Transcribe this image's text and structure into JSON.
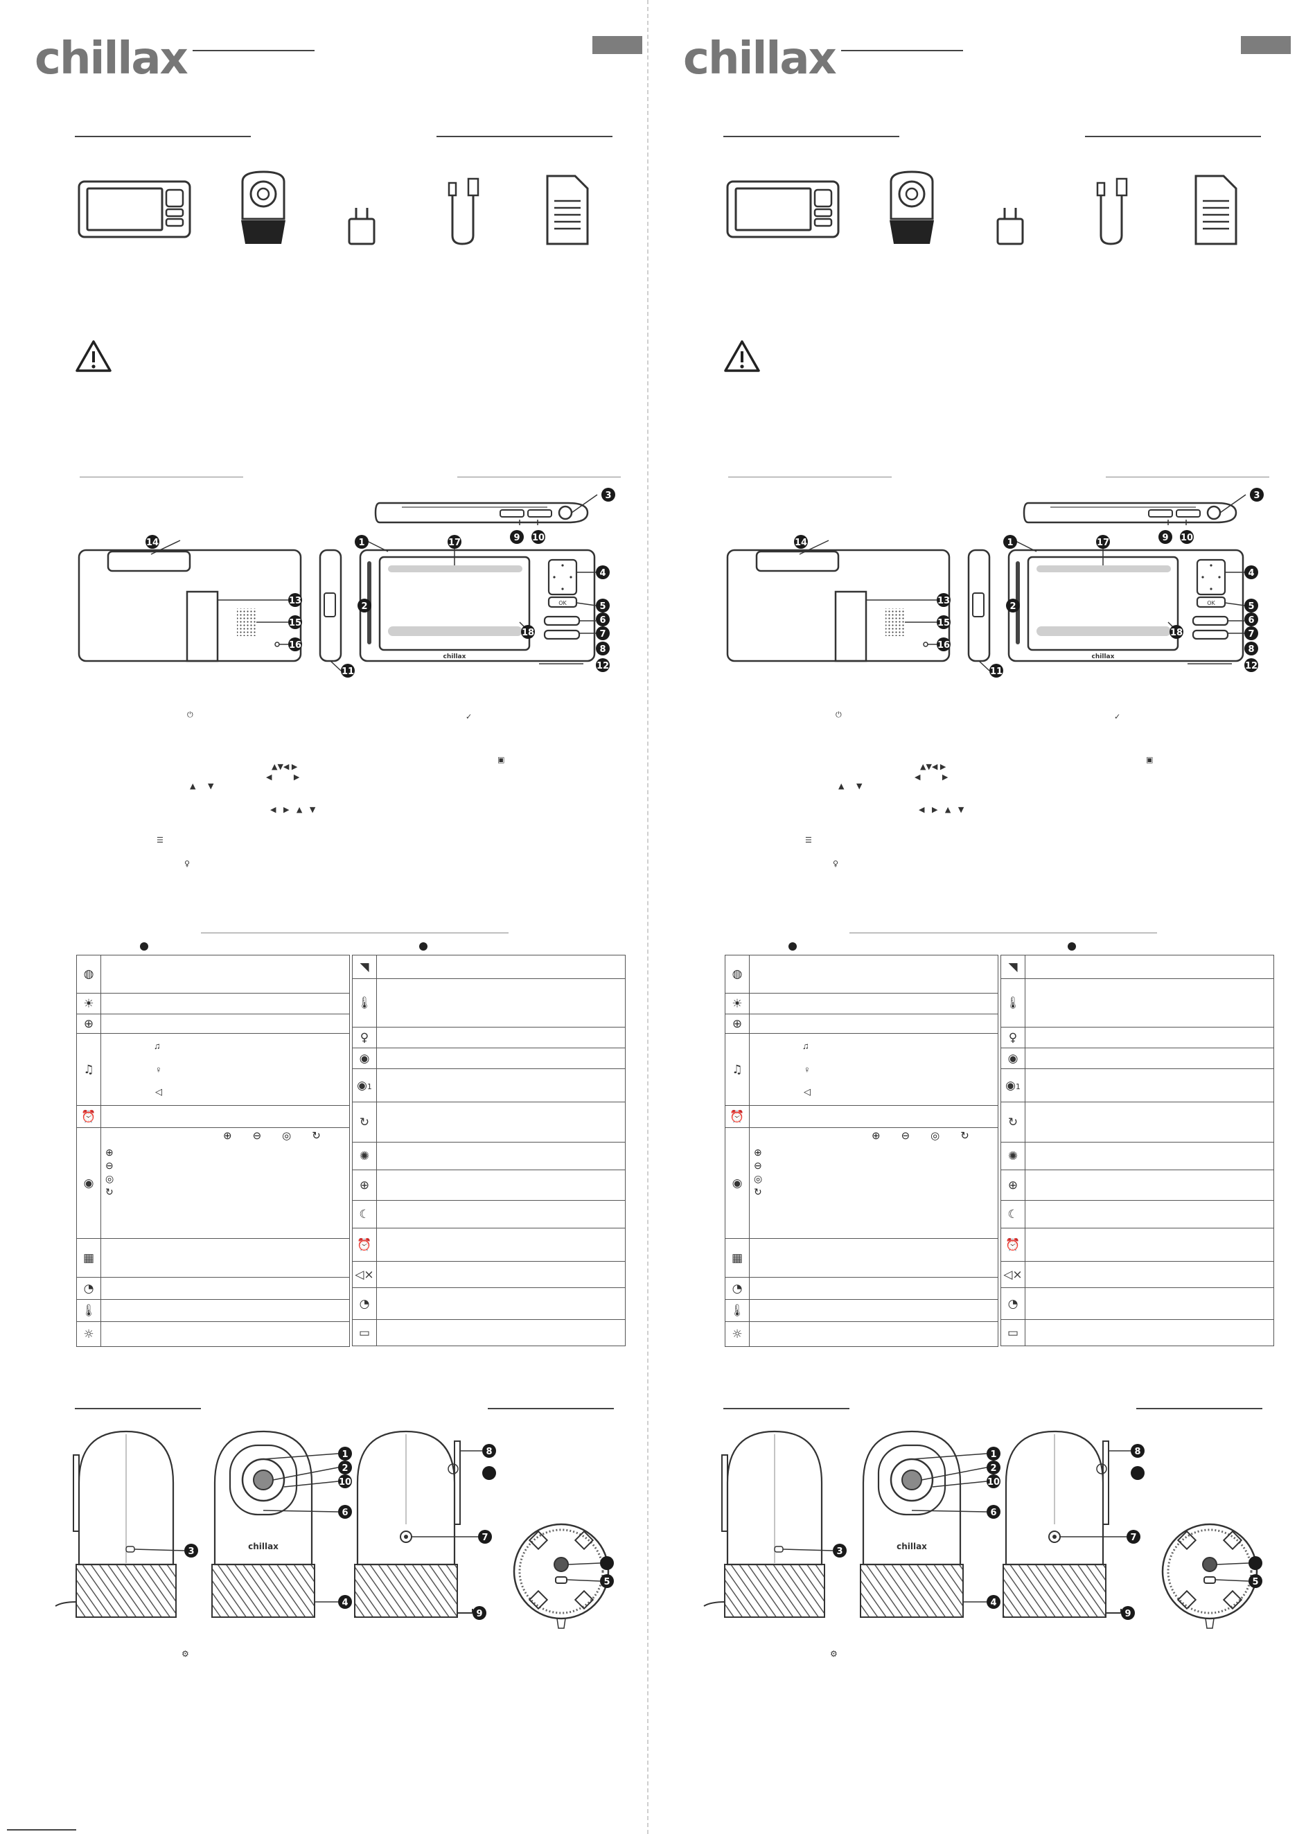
{
  "brand": {
    "logo_text": "chillax"
  },
  "monitor": {
    "brand_label": "chillax",
    "ok_label": "OK",
    "callouts": [
      "1",
      "2",
      "3",
      "4",
      "5",
      "6",
      "7",
      "8",
      "9",
      "10",
      "11",
      "12",
      "13",
      "14",
      "15",
      "16",
      "17",
      "18"
    ]
  },
  "camera": {
    "brand_label": "chillax",
    "callouts": [
      "1",
      "2",
      "3",
      "4",
      "5",
      "6",
      "7",
      "8",
      "9",
      "10"
    ]
  },
  "icon_table": {
    "left_icons": [
      "camera-globe-icon",
      "brightness-icon",
      "zoom-in-icon",
      "music-notes-icon",
      "alarm-clock-icon",
      "camera-select-icon",
      "split-screen-icon",
      "timer-icon",
      "thermometer-icon",
      "night-light-icon"
    ],
    "left_sub_icons": [
      "music-note-icon",
      "microphone-icon",
      "speaker-icon"
    ],
    "right_icons": [
      "signal-icon",
      "thermometer-icon",
      "microphone-icon",
      "camera-icon",
      "camera-one-icon",
      "camera-rotate-icon",
      "light-icon",
      "zoom-in-icon",
      "moon-icon",
      "alarm-clock-icon",
      "mute-icon",
      "timer-icon",
      "battery-icon"
    ],
    "right_sub_label": "1"
  },
  "colors": {
    "badge": "#1a1a1a",
    "tab": "#7d7d7d",
    "line": "#444444"
  }
}
